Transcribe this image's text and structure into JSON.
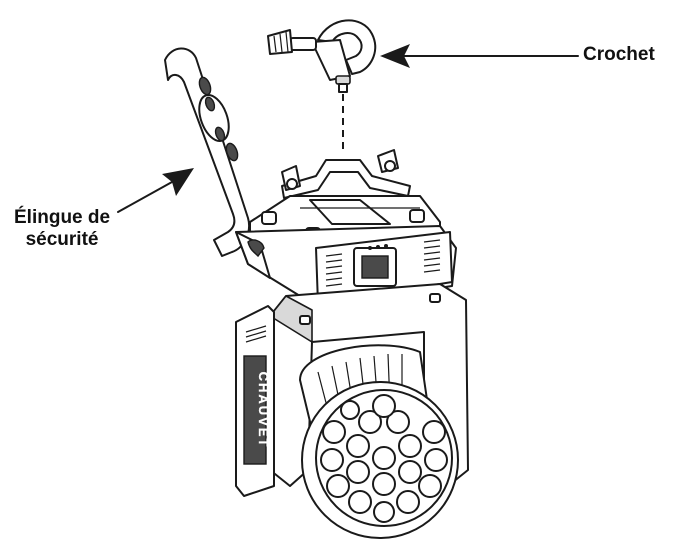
{
  "labels": {
    "hook": "Crochet",
    "safety_cable_line1": "Élingue de",
    "safety_cable_line2": "sécurité"
  },
  "product": {
    "brand_mark": "CHAUVET"
  },
  "colors": {
    "line": "#1a1a1a",
    "background": "#ffffff",
    "shade": "#d9d9d9"
  },
  "icons": [
    "clamp-hook-icon",
    "safety-cable-icon",
    "moving-head-fixture-icon",
    "arrow-icon"
  ]
}
